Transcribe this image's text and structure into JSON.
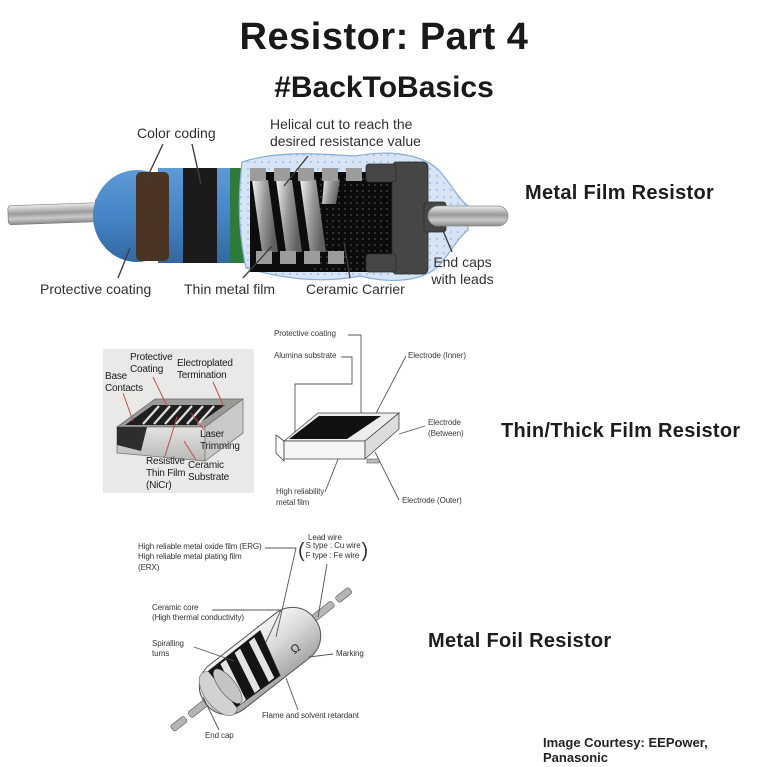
{
  "page": {
    "title": "Resistor: Part 4",
    "hashtag": "#BackToBasics",
    "credit": "Image Courtesy: EEPower, Panasonic"
  },
  "colors": {
    "body_blue": "#4585c7",
    "band_brown": "#4a3423",
    "band_black": "#1b1b1b",
    "band_green": "#2e7c3c",
    "coating_blue": "#d6e4f5",
    "leader_red": "#c0504d",
    "leader_gray": "#555555"
  },
  "figure1": {
    "section_title": "Metal Film Resistor",
    "labels": {
      "color_coding": "Color coding",
      "helical_cut": "Helical cut to reach the\ndesired resistance value",
      "protective_coating": "Protective coating",
      "thin_metal_film": "Thin metal film",
      "ceramic_carrier": "Ceramic Carrier",
      "end_caps": "End caps\nwith leads"
    }
  },
  "figure2a": {
    "labels": {
      "protective_coating": "Protective\nCoating",
      "electroplated_termination": "Electroplated\nTermination",
      "base_contacts": "Base\nContacts",
      "laser_trimming": "Laser\nTrimming",
      "resistive_thin_film": "Resistive\nThin Film\n(NiCr)",
      "ceramic_substrate": "Ceramic\nSubstrate"
    }
  },
  "figure2b": {
    "section_title": "Thin/Thick Film Resistor",
    "labels": {
      "protective_coating": "Protective coating",
      "alumina_substrate": "Alumina substrate",
      "electrode_inner": "Electrode (Inner)",
      "electrode_between": "Electrode\n(Between)",
      "high_reliability_metal_film": "High reliability\nmetal film",
      "electrode_outer": "Electrode (Outer)"
    }
  },
  "figure3": {
    "section_title": "Metal Foil Resistor",
    "marking_glyph": "Ω",
    "labels": {
      "metal_film": "High reliable metal oxide film (ERG)\nHigh reliable metal plating film\n(ERX)",
      "lead_wire_title": "Lead wire",
      "paren_open": "(",
      "paren_close": ")",
      "lead_wire_s": "S type : Cu wire",
      "lead_wire_f": "F type : Fe wire",
      "ceramic_core": "Ceramic core\n(High thermal conductivity)",
      "spiralling_turns": "Spiralling\nturns",
      "marking": "Marking",
      "flame_retardant": "Flame and solvent retardant",
      "end_cap": "End cap"
    }
  }
}
